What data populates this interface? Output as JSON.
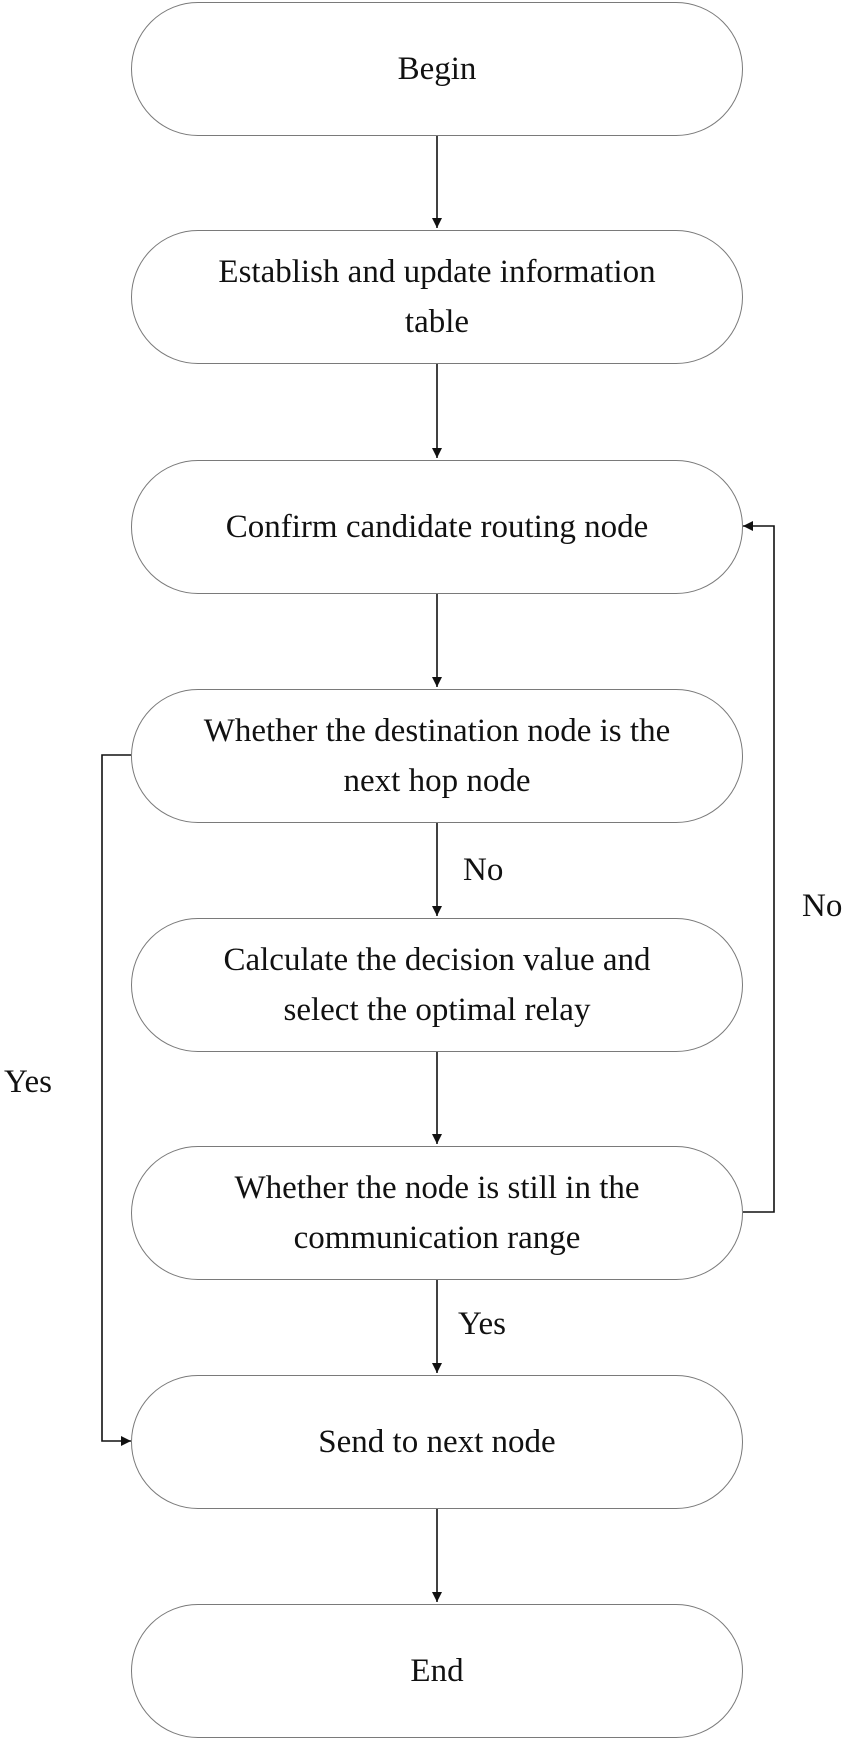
{
  "nodes": {
    "begin": {
      "line1": "Begin"
    },
    "establish": {
      "line1": "Establish and update information",
      "line2": "table"
    },
    "confirm": {
      "line1": "Confirm candidate routing node"
    },
    "whether_dest": {
      "line1": "Whether the destination node is the",
      "line2": "next hop node"
    },
    "calculate": {
      "line1": "Calculate the decision value and",
      "line2": "select the optimal relay"
    },
    "whether_range": {
      "line1": "Whether the node is still in the",
      "line2": "communication range"
    },
    "send": {
      "line1": "Send to next node"
    },
    "end": {
      "line1": "End"
    }
  },
  "labels": {
    "no_down": "No",
    "no_loop": "No",
    "yes_left": "Yes",
    "yes_down": "Yes"
  }
}
